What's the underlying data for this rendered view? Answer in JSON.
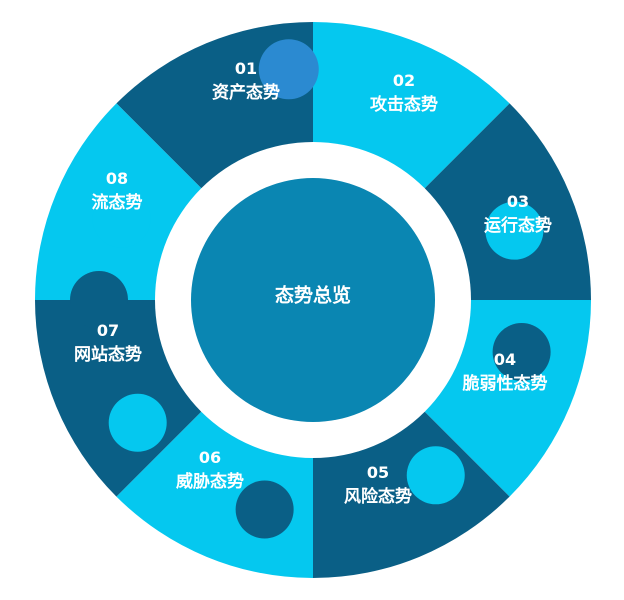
{
  "colors": {
    "dark": "#0a5f86",
    "light": "#05c8ef",
    "center": "#0a86b2",
    "ring_gap": "#ffffff",
    "text": "#ffffff",
    "accent_dot": "#2b8ad1"
  },
  "center": {
    "label": "态势总览"
  },
  "segments": [
    {
      "num": "01",
      "label": "资产态势",
      "tone": "dark"
    },
    {
      "num": "02",
      "label": "攻击态势",
      "tone": "light"
    },
    {
      "num": "03",
      "label": "运行态势",
      "tone": "dark"
    },
    {
      "num": "04",
      "label": "脆弱性态势",
      "tone": "light"
    },
    {
      "num": "05",
      "label": "风险态势",
      "tone": "dark"
    },
    {
      "num": "06",
      "label": "威胁态势",
      "tone": "light"
    },
    {
      "num": "07",
      "label": "网站态势",
      "tone": "dark"
    },
    {
      "num": "08",
      "label": "流态势",
      "tone": "light"
    }
  ]
}
